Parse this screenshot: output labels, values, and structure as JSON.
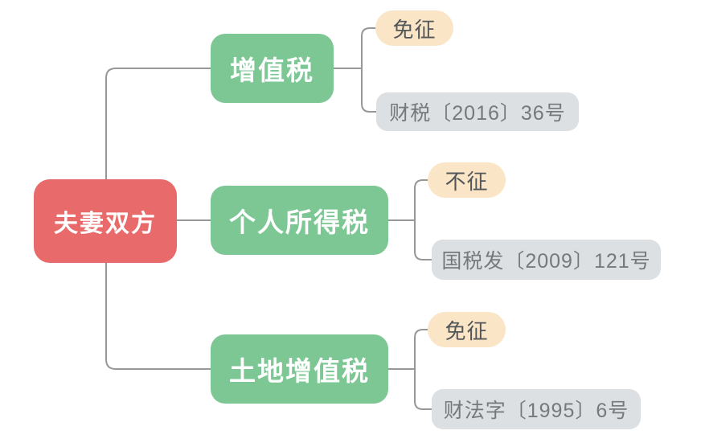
{
  "mindmap": {
    "root": {
      "label": "夫妻双方"
    },
    "branches": [
      {
        "topic": "增值税",
        "status": "免征",
        "reference": "财税〔2016〕36号"
      },
      {
        "topic": "个人所得税",
        "status": "不征",
        "reference": "国税发〔2009〕121号"
      },
      {
        "topic": "土地增值税",
        "status": "免征",
        "reference": "财法字〔1995〕6号"
      }
    ],
    "colors": {
      "root_fill": "#E96A6A",
      "topic_fill": "#7CC794",
      "status_fill": "#FAE5C7",
      "reference_fill": "#DCE0E3",
      "connector": "#979797",
      "node_text": "#FFFFFF",
      "status_text": "#53575A",
      "reference_text": "#75797B",
      "background": "#FFFFFF"
    }
  }
}
